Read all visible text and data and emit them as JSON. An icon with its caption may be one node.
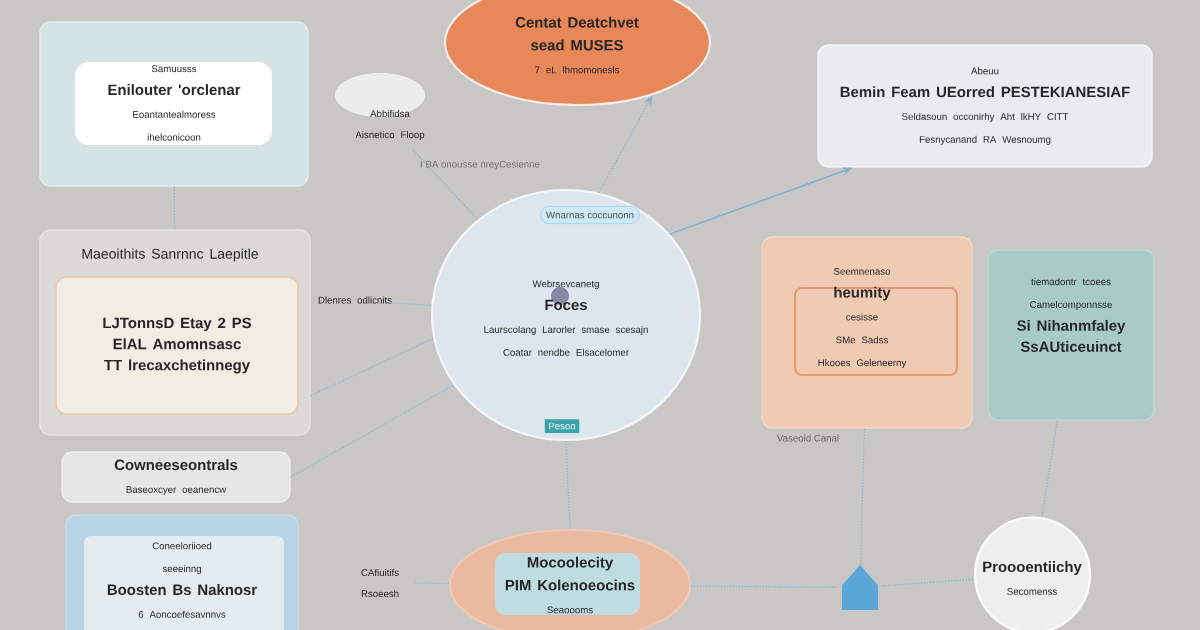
{
  "diagram": {
    "nodes": [
      {
        "text": [
          "Samuusss",
          "Enilouter 'orclenar",
          "Eoantantealmoress",
          "ihelconicoon"
        ]
      },
      {
        "text": [
          "Centat Deatchvet",
          "sead MUSES",
          "7 eL lhmomonesls"
        ]
      },
      {
        "text": [
          "Abbifidsa Aisnetico Floop"
        ]
      },
      {
        "text": [
          "Abeuu",
          "Bemin Feam UEorred PESTEKIANESIAF",
          "Seldasoun occonirhy Aht lkHY CITT",
          "Fesnycanand RA Wesnoumg"
        ]
      },
      {
        "text": [
          "Maeoithits Sanrnnc Laepitle"
        ]
      },
      {
        "text": [
          "LJTonnsD Etay 2 PS ElAL Amomnsasc TT lrecaxchetinnegy"
        ],
        "in": 4
      },
      {
        "text": [
          "Dlenres odlicnits"
        ]
      },
      {
        "text": [
          "Webrsevcanetg",
          "Foces",
          "Laurscolang Larorler smase scesajn",
          "Coatar nendbe Elsacelomer"
        ]
      },
      {
        "text": [
          "Seemnenaso",
          "heumity",
          "cesisse",
          "SMe Sadss",
          "Hkooes Geleneerny"
        ],
        "beside": [
          "Vaseoid Canal"
        ]
      },
      {
        "text": [
          "tiemadontr tcoees",
          "Camelcomponnsse",
          "Si Nihanmfaley SsAUticeuinct"
        ]
      },
      {
        "text": [
          "Cowneeseontrals",
          "Baseoxcyer oeanencw"
        ]
      },
      {
        "text": [
          "Coneeloriioed",
          "seeeinng",
          "Boosten Bs Naknosr",
          "6 Aoncoefesavnnvs"
        ]
      },
      {
        "text": [
          "CAfiuitifs Rsoeesh"
        ]
      },
      {
        "text": [
          "Mocoolecity",
          "PIM Kolenoeocins",
          "Seaoooms"
        ]
      },
      {
        "text": [],
        "shape": "house"
      },
      {
        "text": [
          "Proooentiichy",
          "Secomenss"
        ]
      }
    ],
    "edges": [
      {
        "from": 0,
        "to": 4,
        "arrow": "none",
        "style": "dashed"
      },
      {
        "from": 2,
        "to": 7,
        "arrow": "none",
        "style": "dashed"
      },
      {
        "from": 7,
        "to": 1,
        "arrow": "to",
        "style": "dashed"
      },
      {
        "from": 7,
        "to": 3,
        "arrow": "to"
      },
      {
        "from": 4,
        "to": 7,
        "arrow": "none",
        "style": "dashed"
      },
      {
        "from": 6,
        "to": 7,
        "arrow": "none",
        "style": "dashed"
      },
      {
        "from": 10,
        "to": 7,
        "arrow": "none",
        "style": "dashed"
      },
      {
        "from": 7,
        "to": 13,
        "arrow": "none",
        "style": "dashed"
      },
      {
        "from": 8,
        "to": 14,
        "arrow": "none",
        "style": "dashed"
      },
      {
        "from": 13,
        "to": 14,
        "arrow": "none",
        "style": "dashed"
      },
      {
        "from": 14,
        "to": 15,
        "arrow": "none",
        "style": "dashed"
      },
      {
        "from": 9,
        "to": 15,
        "arrow": "none",
        "style": "dashed"
      },
      {
        "from": 12,
        "to": 13,
        "arrow": "none",
        "style": "dashed"
      }
    ],
    "labels": [
      "I BA onousse nreyCesienne",
      "Wnarnas coccunonn",
      "Pesoo"
    ]
  }
}
